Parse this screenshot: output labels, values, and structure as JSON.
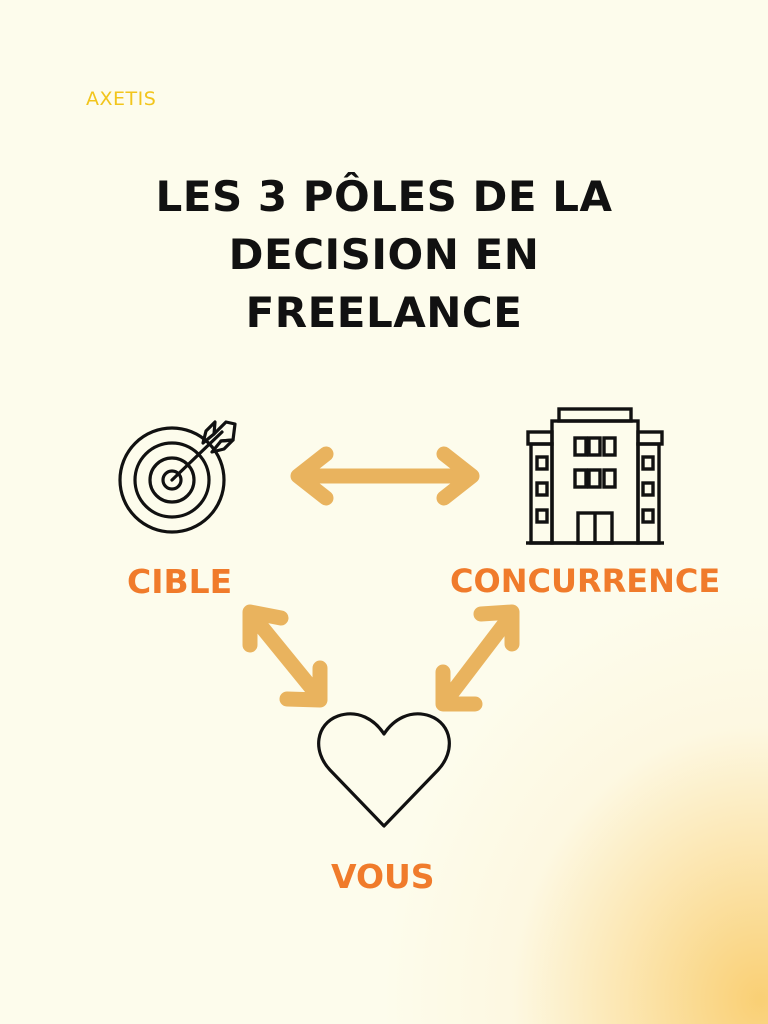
{
  "brand": "AXETIS",
  "title": {
    "line1": "LES 3 PÔLES DE LA",
    "line2": "DECISION EN",
    "line3": "FREELANCE"
  },
  "nodes": {
    "cible": {
      "label": "CIBLE",
      "icon": "target-icon"
    },
    "concurrence": {
      "label": "CONCURRENCE",
      "icon": "building-icon"
    },
    "vous": {
      "label": "VOUS",
      "icon": "heart-icon"
    }
  },
  "colors": {
    "background": "#fdfcec",
    "brand": "#f2c51c",
    "title": "#111111",
    "label": "#f07b2b",
    "arrow": "#e9b35e",
    "icon": "#111111"
  }
}
